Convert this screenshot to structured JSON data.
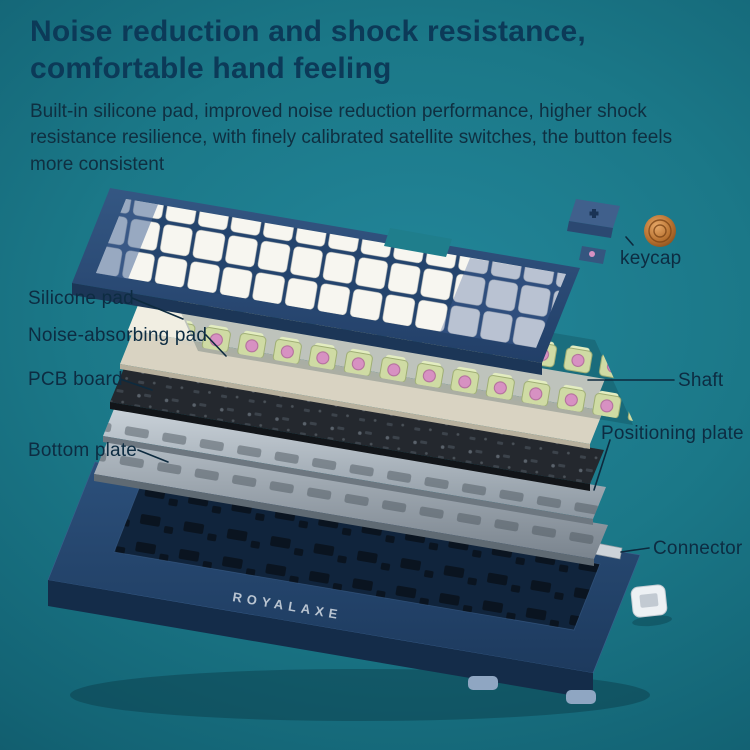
{
  "header": {
    "title_line1": "Noise reduction and shock resistance,",
    "title_line2": "comfortable hand feeling",
    "body": "Built-in silicone pad, improved noise reduction performance, higher shock resistance resilience, with finely calibrated satellite switches, the button feels more consistent"
  },
  "callouts": {
    "silicone_pad": "Silicone pad",
    "noise_absorbing_pad": "Noise-absorbing pad",
    "pcb_board": "PCB board",
    "bottom_plate": "Bottom plate",
    "keycap": "keycap",
    "shaft": "Shaft",
    "positioning_plate": "Positioning plate",
    "connector": "Connector"
  },
  "brand": "ROYALAXE",
  "colors": {
    "background": "#1b7888",
    "title_text": "#0c3a58",
    "body_text": "#0f2f41",
    "case_navy": "#2e5078",
    "keycap_white": "#f7f6f0",
    "switch_green": "#cfdba4",
    "switch_pink": "#d791c2",
    "plate_silver": "#b9c2c9",
    "pcb_dark": "#24282e",
    "copper": "#c98142"
  }
}
